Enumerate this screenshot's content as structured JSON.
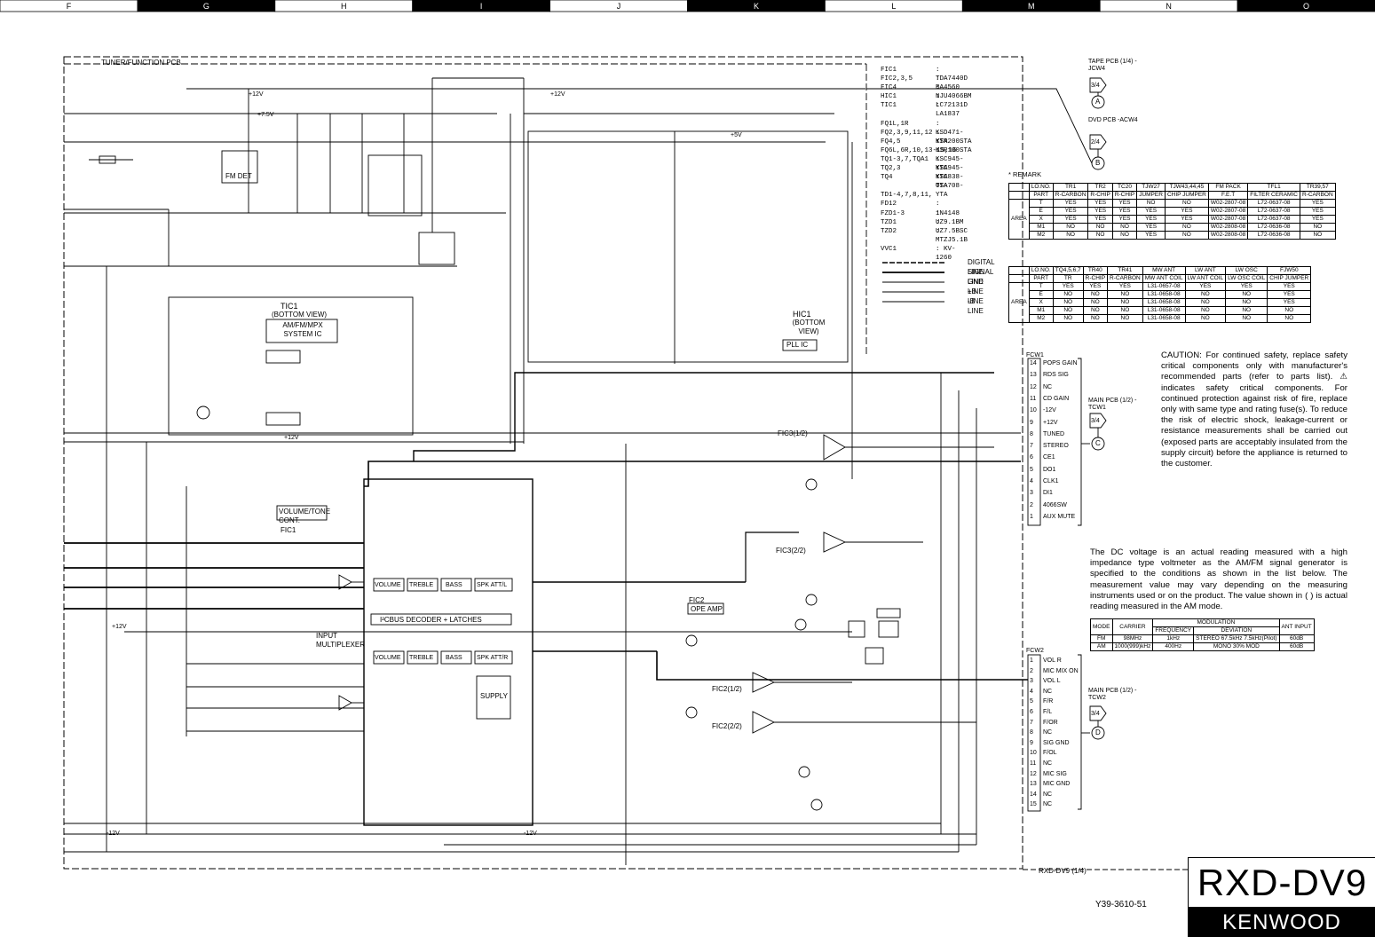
{
  "grid_columns": [
    "F",
    "G",
    "H",
    "I",
    "J",
    "K",
    "L",
    "M",
    "N",
    "O"
  ],
  "pcb_title": "TUNER/FUNCTION PCB",
  "ic_labels": {
    "tic1": "TIC1",
    "tic1_view": "(BOTTOM VIEW)",
    "tic1_desc": "AM/FM/MPX SYSTEM IC",
    "hic1": "HIC1",
    "hic1_view": "(BOTTOM VIEW)",
    "hic1_desc": "PLL IC",
    "fic1": "FIC1",
    "volume_tone": "VOLUME/TONE CONT.",
    "input_mux": "INPUT MULTIPLEXER",
    "ope_amp": "OPE AMP",
    "fm_det": "FM DET",
    "i2c": "I²CBUS DECODER + LATCHES",
    "supply": "SUPPLY",
    "fic2": "FIC2",
    "fic3_1": "FIC3(1/2)",
    "fic3_2": "FIC3(2/2)",
    "fic2_1": "FIC2(1/2)",
    "fic2_2": "FIC2(2/2)"
  },
  "fic1_blocks": [
    "VOLUME",
    "TREBLE",
    "BASS",
    "SPK ATT/L",
    "VOLUME",
    "TREBLE",
    "BASS",
    "SPK ATT/R"
  ],
  "components": [
    {
      "ref": "FIC1",
      "part": "TDA7440D"
    },
    {
      "ref": "FIC2,3,5",
      "part": "BA4560"
    },
    {
      "ref": "FIC4",
      "part": "NJU4066BM"
    },
    {
      "ref": "HIC1",
      "part": "LC72131D"
    },
    {
      "ref": "TIC1",
      "part": "LA1837"
    },
    {
      "ref": "",
      "part": ""
    },
    {
      "ref": "FQ1L,1R",
      "part": "KSD471-YTA"
    },
    {
      "ref": "FQ2,3,9,11,12",
      "part": "KSR200STA"
    },
    {
      "ref": "FQ4,5",
      "part": "KSR100STA"
    },
    {
      "ref": "FQ6L,6R,10,13-15,16",
      "part": "KSC945-YTA"
    },
    {
      "ref": "TQ1-3,7,TQA1",
      "part": "KSC945-YTA"
    },
    {
      "ref": "TQ2,3",
      "part": "KSC838-OTA"
    },
    {
      "ref": "TQ4",
      "part": "TSA708-YTA"
    },
    {
      "ref": "",
      "part": ""
    },
    {
      "ref": "TD1-4,7,8,11,",
      "part": ""
    },
    {
      "ref": "FD12",
      "part": "1N4148"
    },
    {
      "ref": "FZD1-3",
      "part": "UZ9.1BM"
    },
    {
      "ref": "TZD1",
      "part": "UZ7.5BSC"
    },
    {
      "ref": "TZD2",
      "part": "MTZJ5.1B"
    },
    {
      "ref": "",
      "part": ""
    },
    {
      "ref": "VVC1",
      "part": "KV-1260"
    }
  ],
  "line_legend": [
    "DIGITAL LINE",
    "SIGNAL LINE",
    "GND LINE",
    "+B LINE",
    "-B LINE"
  ],
  "remark_title": "* REMARK",
  "remark_table1": {
    "header": [
      "LO.NO.",
      "TR1",
      "TR2",
      "TC20",
      "TJW27",
      "TJW43,44,45",
      "FM PACK",
      "TFL1",
      "TR39,57"
    ],
    "sub": [
      "PART",
      "R-CARBON",
      "R-CHIP",
      "R-CHIP",
      "JUMPER",
      "CHIP JUMPER",
      "F.E.T",
      "FILTER CERAMIC",
      "R-CARBON"
    ],
    "rows": [
      [
        "T",
        "YES",
        "YES",
        "YES",
        "NO",
        "NO",
        "W02-2807-08",
        "L72-0637-08",
        "YES"
      ],
      [
        "E",
        "YES",
        "YES",
        "YES",
        "YES",
        "YES",
        "W02-2807-08",
        "L72-0637-08",
        "YES"
      ],
      [
        "X",
        "YES",
        "YES",
        "YES",
        "YES",
        "YES",
        "W02-2807-08",
        "L72-0637-08",
        "YES"
      ],
      [
        "M1",
        "NO",
        "NO",
        "NO",
        "YES",
        "NO",
        "W02-2808-08",
        "L72-0636-08",
        "NO"
      ],
      [
        "M2",
        "NO",
        "NO",
        "NO",
        "YES",
        "NO",
        "W02-2808-08",
        "L72-0636-08",
        "NO"
      ]
    ],
    "area": "AREA"
  },
  "remark_table2": {
    "header": [
      "LO.NO.",
      "TQ4,5,6,7",
      "TR40",
      "TR41",
      "MW ANT",
      "LW ANT",
      "LW OSC",
      "FJW50"
    ],
    "sub": [
      "PART",
      "TR",
      "R-CHIP",
      "R-CARBON",
      "MW ANT COIL",
      "LW ANT COIL",
      "LW OSC COIL",
      "CHIP JUMPER"
    ],
    "rows": [
      [
        "T",
        "YES",
        "YES",
        "YES",
        "L31-0657-08",
        "YES",
        "YES",
        "YES"
      ],
      [
        "E",
        "NO",
        "NO",
        "NO",
        "L31-0658-08",
        "NO",
        "NO",
        "YES"
      ],
      [
        "X",
        "NO",
        "NO",
        "NO",
        "L31-0658-08",
        "NO",
        "NO",
        "YES"
      ],
      [
        "M1",
        "NO",
        "NO",
        "NO",
        "L31-0658-08",
        "NO",
        "NO",
        "NO"
      ],
      [
        "M2",
        "NO",
        "NO",
        "NO",
        "L31-0658-08",
        "NO",
        "NO",
        "NO"
      ]
    ],
    "area": "AREA"
  },
  "caution_text": "CAUTION: For continued safety, replace safety critical components only with manufacturer's recommended parts (refer to parts list). ⚠ indicates safety critical components. For continued protection against risk of fire, replace only with same type and rating fuse(s). To reduce the risk of electric shock, leakage-current or resistance measurements shall be carried out (exposed parts are acceptably insulated from the supply circuit) before the appliance is returned to the customer.",
  "dc_note": "The DC voltage is an actual reading measured with a high impedance type voltmeter as the AM/FM signal generator is specified to the conditions as shown in the list below. The measurement value may vary depending on the measuring instruments used or on the product. The value shown in (   ) is actual reading measured in the AM mode.",
  "mod_table": {
    "header_mode": "MODE",
    "header_carrier": "CARRIER",
    "header_modulation": "MODULATION",
    "header_freq": "FREQUENCY",
    "header_dev": "DEVIATION",
    "header_ant": "ANT INPUT",
    "rows": [
      [
        "FM",
        "98MHz",
        "1kHz",
        "STEREO 67.5kHz 7.5kHz(Pilot)",
        "60dB"
      ],
      [
        "AM",
        "1000(999)kHz",
        "400Hz",
        "MONO 30% MOD",
        "60dB"
      ]
    ]
  },
  "connectors": {
    "tape_pcb": "TAPE PCB (1/4) -JCW4",
    "tape_a": "A",
    "tape_a_page": "3/4",
    "dvd_pcb": "DVD PCB -ACW4",
    "dvd_b": "B",
    "dvd_b_page": "2/4",
    "main_pcb_tcw1": "MAIN PCB (1/2) -TCW1",
    "main_c": "C",
    "main_c_page": "3/4",
    "main_pcb_tcw2": "MAIN PCB (1/2) -TCW2",
    "main_d": "D",
    "main_d_page": "3/4",
    "fcw1": "FCW1",
    "fcw2": "FCW2"
  },
  "fcw1_pins": [
    {
      "n": "14",
      "label": "POPS GAIN"
    },
    {
      "n": "13",
      "label": "RDS SIG"
    },
    {
      "n": "12",
      "label": "NC"
    },
    {
      "n": "11",
      "label": "CD GAIN"
    },
    {
      "n": "10",
      "label": "-12V"
    },
    {
      "n": "9",
      "label": "+12V"
    },
    {
      "n": "8",
      "label": "TUNED"
    },
    {
      "n": "7",
      "label": "STEREO"
    },
    {
      "n": "6",
      "label": "CE1"
    },
    {
      "n": "5",
      "label": "DO1"
    },
    {
      "n": "4",
      "label": "CLK1"
    },
    {
      "n": "3",
      "label": "DI1"
    },
    {
      "n": "2",
      "label": "4066SW"
    },
    {
      "n": "1",
      "label": "AUX MUTE"
    }
  ],
  "fcw2_pins": [
    {
      "n": "1",
      "label": "VOL R"
    },
    {
      "n": "2",
      "label": "MIC MIX ON"
    },
    {
      "n": "3",
      "label": "VOL L"
    },
    {
      "n": "4",
      "label": "NC"
    },
    {
      "n": "5",
      "label": "F/R"
    },
    {
      "n": "6",
      "label": "F/L"
    },
    {
      "n": "7",
      "label": "F/OR"
    },
    {
      "n": "8",
      "label": "NC"
    },
    {
      "n": "9",
      "label": "SIG GND"
    },
    {
      "n": "10",
      "label": "F/OL"
    },
    {
      "n": "11",
      "label": "NC"
    },
    {
      "n": "12",
      "label": "MIC SIG"
    },
    {
      "n": "13",
      "label": "MIC GND"
    },
    {
      "n": "14",
      "label": "NC"
    },
    {
      "n": "15",
      "label": "NC"
    }
  ],
  "rail_labels": {
    "plus12": "+12V",
    "minus12": "-12V",
    "plus75": "+7.5V",
    "plus5": "+5V"
  },
  "sheet_ref": "RXD-DV9 (1/4)",
  "model": "RXD-DV9",
  "brand": "KENWOOD",
  "doc_no": "Y39-3610-51",
  "colors": {
    "ink": "#000000",
    "paper": "#ffffff"
  }
}
